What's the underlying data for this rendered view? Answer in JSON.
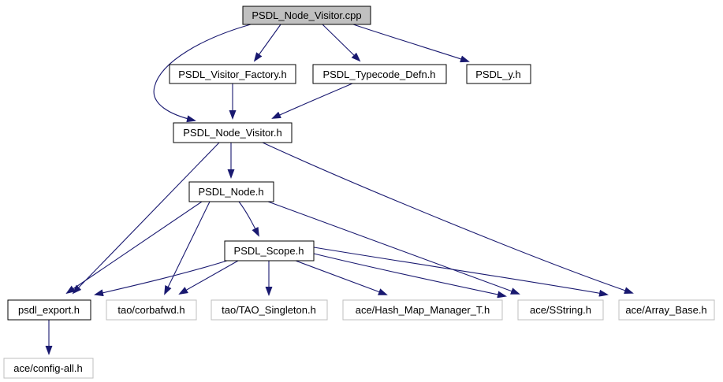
{
  "diagram": {
    "type": "include-dependency-graph",
    "root_file": "PSDL_Node_Visitor.cpp",
    "colors": {
      "edge": "#191970",
      "root_fill": "#c0c0c0",
      "internal_border": "#000000",
      "external_border": "#bfbfbf",
      "node_fill": "#ffffff",
      "text": "#000000"
    },
    "nodes": [
      {
        "id": "cpp",
        "label": "PSDL_Node_Visitor.cpp",
        "type": "root"
      },
      {
        "id": "factory",
        "label": "PSDL_Visitor_Factory.h",
        "type": "internal"
      },
      {
        "id": "typecode",
        "label": "PSDL_Typecode_Defn.h",
        "type": "internal"
      },
      {
        "id": "psdl-y",
        "label": "PSDL_y.h",
        "type": "internal"
      },
      {
        "id": "visitor-h",
        "label": "PSDL_Node_Visitor.h",
        "type": "internal"
      },
      {
        "id": "node-h",
        "label": "PSDL_Node.h",
        "type": "internal"
      },
      {
        "id": "scope-h",
        "label": "PSDL_Scope.h",
        "type": "internal"
      },
      {
        "id": "export-h",
        "label": "psdl_export.h",
        "type": "internal"
      },
      {
        "id": "corbafwd",
        "label": "tao/corbafwd.h",
        "type": "external"
      },
      {
        "id": "singleton",
        "label": "tao/TAO_Singleton.h",
        "type": "external"
      },
      {
        "id": "hashmap",
        "label": "ace/Hash_Map_Manager_T.h",
        "type": "external"
      },
      {
        "id": "sstring",
        "label": "ace/SString.h",
        "type": "external"
      },
      {
        "id": "arraybase",
        "label": "ace/Array_Base.h",
        "type": "external"
      },
      {
        "id": "configall",
        "label": "ace/config-all.h",
        "type": "external"
      }
    ],
    "edges": [
      {
        "from": "PSDL_Node_Visitor.cpp",
        "to": "PSDL_Visitor_Factory.h"
      },
      {
        "from": "PSDL_Node_Visitor.cpp",
        "to": "PSDL_Typecode_Defn.h"
      },
      {
        "from": "PSDL_Node_Visitor.cpp",
        "to": "PSDL_y.h"
      },
      {
        "from": "PSDL_Node_Visitor.cpp",
        "to": "PSDL_Node_Visitor.h"
      },
      {
        "from": "PSDL_Visitor_Factory.h",
        "to": "PSDL_Node_Visitor.h"
      },
      {
        "from": "PSDL_Typecode_Defn.h",
        "to": "PSDL_Node_Visitor.h"
      },
      {
        "from": "PSDL_Node_Visitor.h",
        "to": "PSDL_Node.h"
      },
      {
        "from": "PSDL_Node_Visitor.h",
        "to": "psdl_export.h"
      },
      {
        "from": "PSDL_Node_Visitor.h",
        "to": "ace/Array_Base.h"
      },
      {
        "from": "PSDL_Node.h",
        "to": "PSDL_Scope.h"
      },
      {
        "from": "PSDL_Node.h",
        "to": "psdl_export.h"
      },
      {
        "from": "PSDL_Node.h",
        "to": "tao/corbafwd.h"
      },
      {
        "from": "PSDL_Node.h",
        "to": "ace/SString.h"
      },
      {
        "from": "PSDL_Scope.h",
        "to": "psdl_export.h"
      },
      {
        "from": "PSDL_Scope.h",
        "to": "tao/corbafwd.h"
      },
      {
        "from": "PSDL_Scope.h",
        "to": "tao/TAO_Singleton.h"
      },
      {
        "from": "PSDL_Scope.h",
        "to": "ace/Hash_Map_Manager_T.h"
      },
      {
        "from": "PSDL_Scope.h",
        "to": "ace/SString.h"
      },
      {
        "from": "PSDL_Scope.h",
        "to": "ace/Array_Base.h"
      },
      {
        "from": "psdl_export.h",
        "to": "ace/config-all.h"
      }
    ]
  }
}
